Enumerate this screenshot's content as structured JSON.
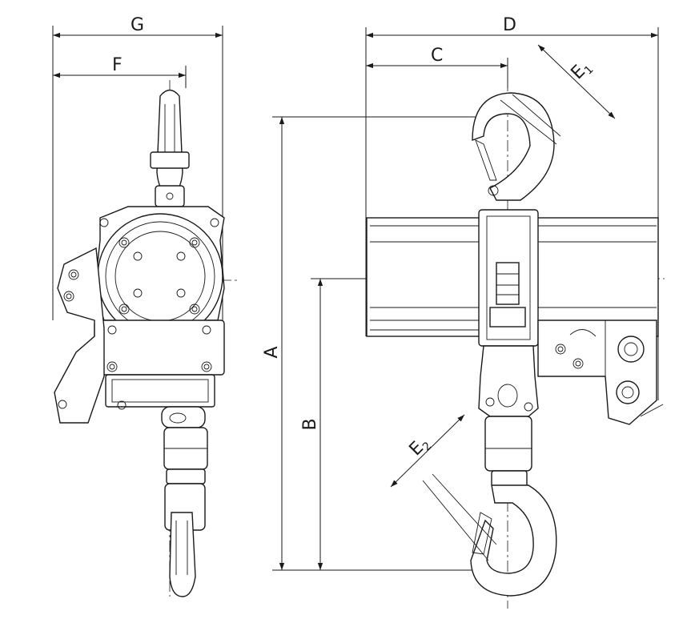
{
  "dimensions": {
    "G": "G",
    "F": "F",
    "D": "D",
    "C": "C",
    "E1": "E",
    "E1_sub": "1",
    "E2": "E",
    "E2_sub": "2",
    "A": "A",
    "B": "B"
  }
}
